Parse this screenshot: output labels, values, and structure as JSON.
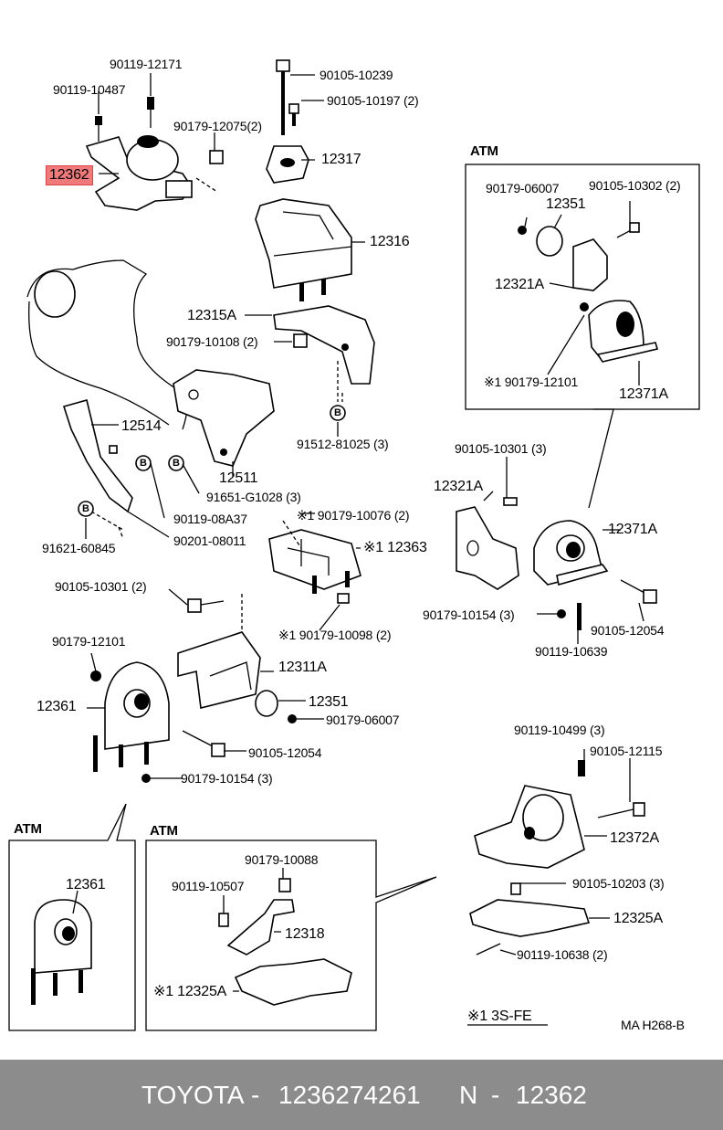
{
  "labels": {
    "p90119_12171": "90119-12171",
    "p90119_10487": "90119-10487",
    "p90105_10239": "90105-10239",
    "p90105_10197": "90105-10197 (2)",
    "p90179_12075": "90179-12075(2)",
    "p12362": "12362",
    "p12317": "12317",
    "p12316": "12316",
    "p12315A": "12315A",
    "p90179_10108": "90179-10108 (2)",
    "p91512_81025": "91512-81025 (3)",
    "p12514": "12514",
    "p12511": "12511",
    "p91651_G1028": "91651-G1028 (3)",
    "p90119_08A37": "90119-08A37",
    "p90179_10076": "※1 90179-10076 (2)",
    "p91621_60845": "91621-60845",
    "p90201_08011": "90201-08011",
    "p12363": "※1 12363",
    "p90105_10301_2": "90105-10301 (2)",
    "p90179_10098": "※1 90179-10098 (2)",
    "p90179_12101_left": "90179-12101",
    "p12311A": "12311A",
    "p12361": "12361",
    "p12351": "12351",
    "p90179_06007": "90179-06007",
    "p90105_12054": "90105-12054",
    "p90179_10154": "90179-10154 (3)",
    "atm_box_title": "ATM",
    "atm_90179_06007": "90179-06007",
    "atm_90105_10302": "90105-10302 (2)",
    "atm_12351": "12351",
    "atm_12321A": "12321A",
    "atm_90179_12101": "※1 90179-12101",
    "atm_12371A": "12371A",
    "r_90105_10301_3": "90105-10301 (3)",
    "r_12321A": "12321A",
    "r_12371A": "12371A",
    "r_90179_10154": "90179-10154 (3)",
    "r_90105_12054": "90105-12054",
    "r_90119_10639": "90119-10639",
    "r_90119_10499": "90119-10499 (3)",
    "r_90105_12115": "90105-12115",
    "r_12372A": "12372A",
    "r_90105_10203": "90105-10203 (3)",
    "r_12325A": "12325A",
    "r_90119_10638": "90119-10638 (2)",
    "bl_atm": "ATM",
    "bl_12361": "12361",
    "bm_atm": "ATM",
    "bm_90179_10088": "90179-10088",
    "bm_90119_10507": "90119-10507",
    "bm_12318": "12318",
    "bm_12325A": "※1 12325A",
    "note_3sfe": "※1 3S-FE",
    "diagram_code": "MA H268-B",
    "bolt_marker": "B"
  },
  "footer": {
    "brand": "TOYOTA",
    "part_number": "1236274261",
    "n_label": "N",
    "n_value": "12362",
    "separator": "-"
  },
  "colors": {
    "highlight": "#f07a7a",
    "footer_bg": "#8c8c8c",
    "footer_text": "#ffffff"
  }
}
